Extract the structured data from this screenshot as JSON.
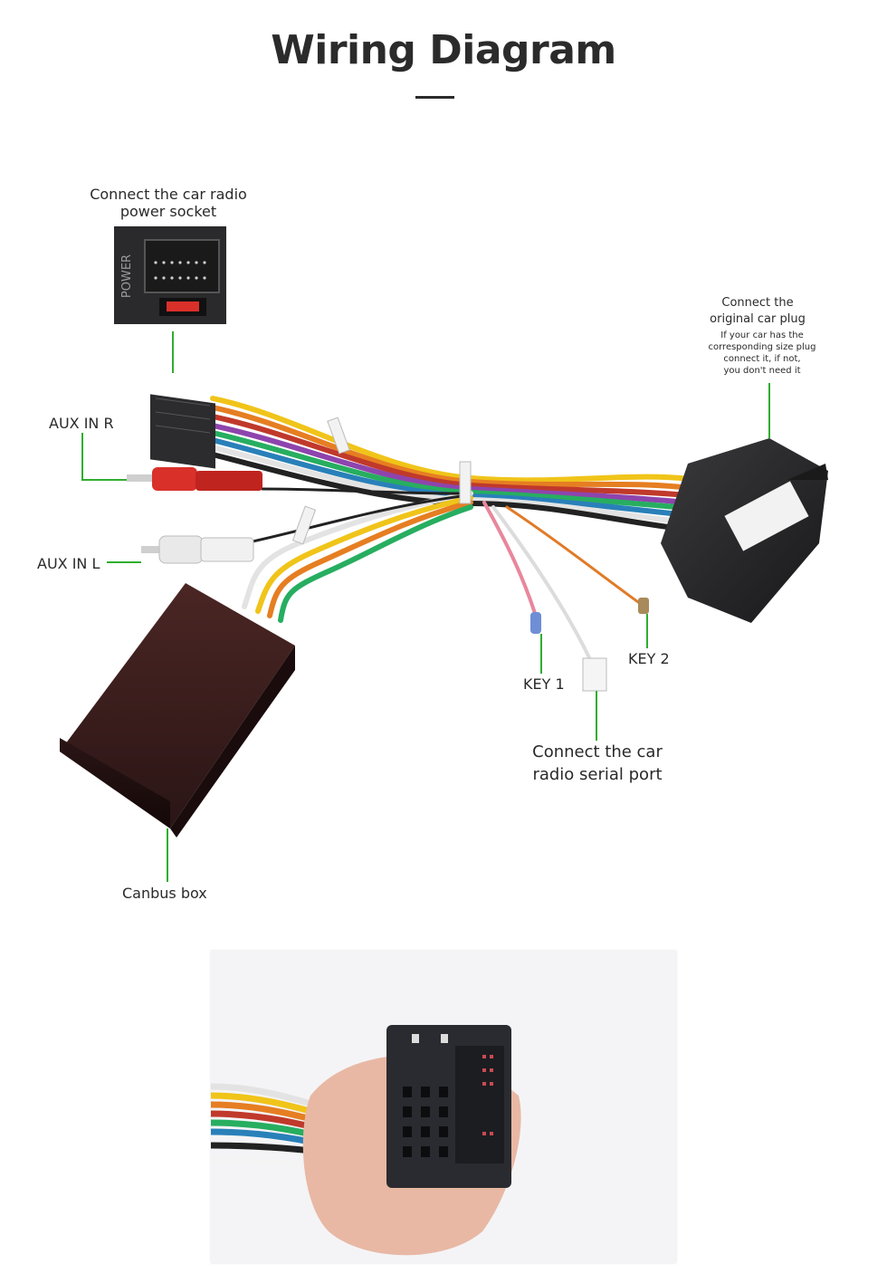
{
  "header": {
    "title": "Wiring Diagram"
  },
  "labels": {
    "power_socket": [
      "Connect the car radio",
      "power socket"
    ],
    "original_plug": [
      "Connect the",
      "original car plug"
    ],
    "original_plug_note": [
      "If your car has the",
      "corresponding size plug",
      "connect it, if not,",
      "you don't need it"
    ],
    "aux_r": "AUX IN R",
    "aux_l": "AUX IN L",
    "key1": "KEY 1",
    "key2": "KEY 2",
    "serial_port": [
      "Connect the car",
      "radio  serial port"
    ],
    "canbus": "Canbus box"
  },
  "colors": {
    "leader_line": "#2fae2f",
    "title": "#2b2b2b",
    "canbus_box": "#3a1f1f",
    "connector": "#2c2c2e"
  },
  "icons": {
    "power_connector": "power-socket-icon",
    "original_plug": "car-plug-icon",
    "rca_red": "rca-plug-red-icon",
    "rca_white": "rca-plug-white-icon"
  }
}
